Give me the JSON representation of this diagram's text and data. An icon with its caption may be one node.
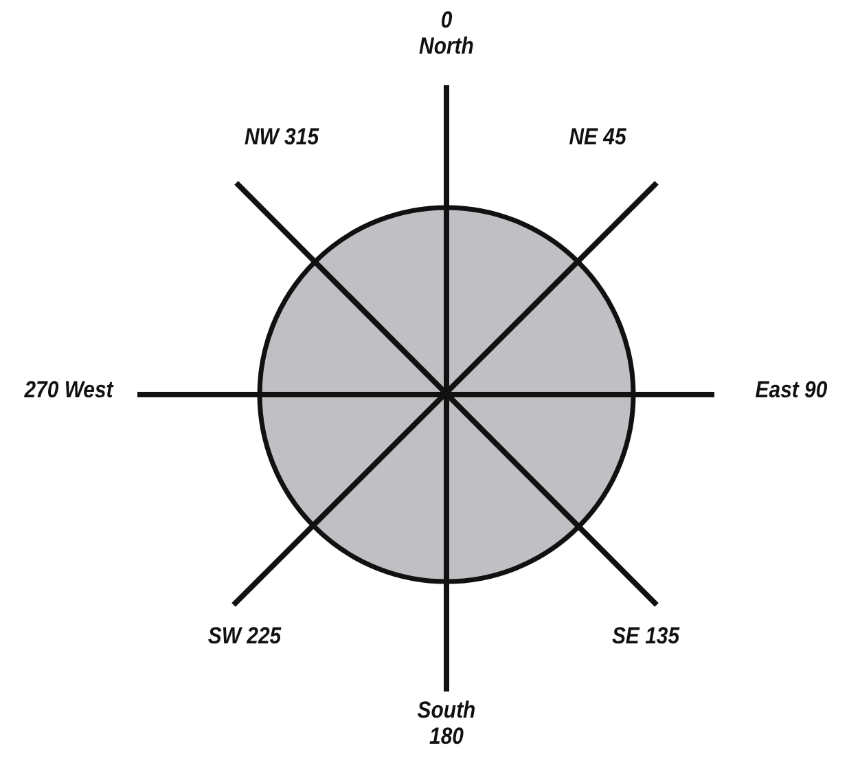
{
  "diagram": {
    "labels": [
      "0 North",
      "NW 315",
      "NE 45",
      "270 West",
      "East 90",
      "SW 225",
      "SE 135",
      "South 180"
    ]
  }
}
